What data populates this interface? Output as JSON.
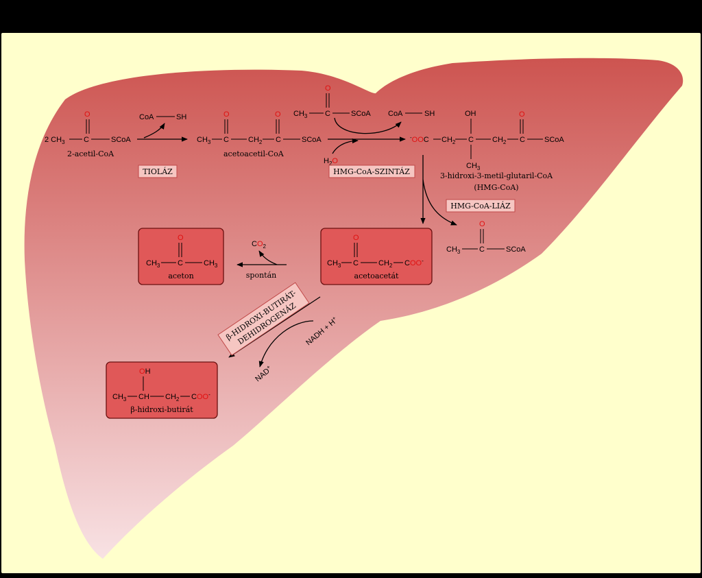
{
  "colors": {
    "frame": "#000000",
    "background": "#ffffcc",
    "liver_top": "#cd5450",
    "liver_bottom": "#f8e2e4",
    "oxygen_red": "#e01010",
    "product_box": "#e05858",
    "enzyme_box": "#f6c6c2"
  },
  "reactants": {
    "acetyl_coa": {
      "prefix": "2 CH",
      "sub": "3",
      "carbon": "C",
      "oxygen": "O",
      "group": "SCoA",
      "name": "2-acetil-CoA"
    },
    "coash_1": {
      "left": "CoA",
      "right": "SH"
    },
    "acetoacetyl_coa": {
      "ch3": "CH",
      "ch3_sub": "3",
      "c1": "C",
      "o1": "O",
      "ch2": "CH",
      "ch2_sub": "2",
      "c2": "C",
      "o2": "O",
      "group": "SCoA",
      "name": "acetoacetil-CoA"
    },
    "acetyl_coa_top": {
      "ch3": "CH",
      "ch3_sub": "3",
      "carbon": "C",
      "oxygen": "O",
      "group": "SCoA"
    },
    "water": {
      "h": "H",
      "h_sub": "2",
      "o": "O"
    },
    "coash_2": {
      "left": "CoA",
      "right": "SH"
    },
    "hmg_coa": {
      "charge": "-",
      "oo": "OO",
      "c": "C",
      "ch2a": "CH",
      "ch2a_sub": "2",
      "center_c": "C",
      "oh": "OH",
      "ch3": "CH",
      "ch3_sub": "3",
      "ch2b": "CH",
      "ch2b_sub": "2",
      "c2": "C",
      "o2": "O",
      "group": "SCoA",
      "name_line1": "3-hidroxi-3-metil-glutaril-CoA",
      "name_line2": "(HMG-CoA)"
    },
    "acetyl_coa_out": {
      "ch3": "CH",
      "ch3_sub": "3",
      "carbon": "C",
      "oxygen": "O",
      "group": "SCoA"
    },
    "co2": {
      "c": "C",
      "o": "O",
      "sub": "2"
    },
    "nadh": {
      "text": "NADH + H",
      "sup": "+"
    },
    "nad": {
      "text": "NAD",
      "sup": "+"
    }
  },
  "enzymes": {
    "thiolase": "TIOLÁZ",
    "hmg_synthase": "HMG-CoA-SZINTÁZ",
    "hmg_lyase": "HMG-CoA-LIÁZ",
    "dehydrogenase_line1": "β-HIDROXI-BUTIRÁT-",
    "dehydrogenase_line2": "DEHIDROGENÁZ",
    "spontaneous": "spontán"
  },
  "products": {
    "acetoacetate": {
      "ch3": "CH",
      "ch3_sub": "3",
      "c": "C",
      "o": "O",
      "ch2": "CH",
      "ch2_sub": "2",
      "c2": "C",
      "oo": "OO",
      "charge": "-",
      "name": "acetoacetát"
    },
    "acetone": {
      "ch3a": "CH",
      "ch3a_sub": "3",
      "c": "C",
      "o": "O",
      "ch3b": "CH",
      "ch3b_sub": "3",
      "name": "aceton"
    },
    "hydroxybutyrate": {
      "o": "O",
      "h": "H",
      "ch3": "CH",
      "ch3_sub": "3",
      "ch": "CH",
      "ch2": "CH",
      "ch2_sub": "2",
      "c": "C",
      "oo": "OO",
      "charge": "-",
      "name": "β-hidroxi-butirát"
    }
  }
}
